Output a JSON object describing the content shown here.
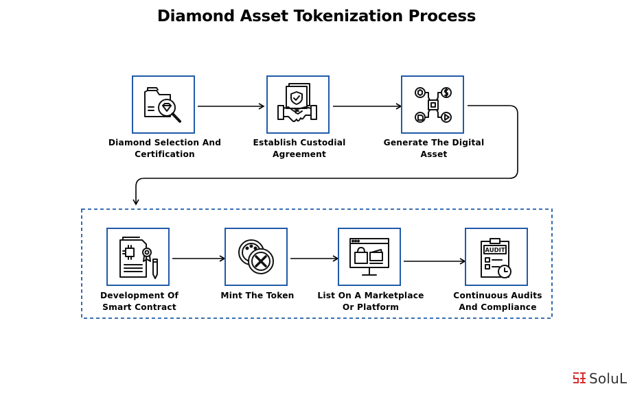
{
  "title": "Diamond Asset Tokenization Process",
  "colors": {
    "box_border": "#1f5ba8",
    "arrow": "#000000",
    "dashed_frame": "#1f5ba8",
    "logo_red": "#d32f2f"
  },
  "steps": [
    {
      "label_line1": "Diamond Selection And",
      "label_line2": "Certification",
      "icon": "diamond-certification-icon"
    },
    {
      "label_line1": "Establish Custodial",
      "label_line2": "Agreement",
      "icon": "handshake-agreement-icon"
    },
    {
      "label_line1": "Generate The Digital",
      "label_line2": "Asset",
      "icon": "digital-asset-network-icon"
    },
    {
      "label_line1": "Development Of",
      "label_line2": "Smart Contract",
      "icon": "smart-contract-icon"
    },
    {
      "label_line1": "Mint The Token",
      "label_line2": "",
      "icon": "token-coins-icon"
    },
    {
      "label_line1": "List On A Marketplace",
      "label_line2": "Or Platform",
      "icon": "marketplace-monitor-icon"
    },
    {
      "label_line1": "Continuous Audits",
      "label_line2": "And Compliance",
      "icon": "audit-clipboard-icon"
    }
  ],
  "audit_icon_text": "AUDIT",
  "logo": {
    "text": "SoluL"
  }
}
